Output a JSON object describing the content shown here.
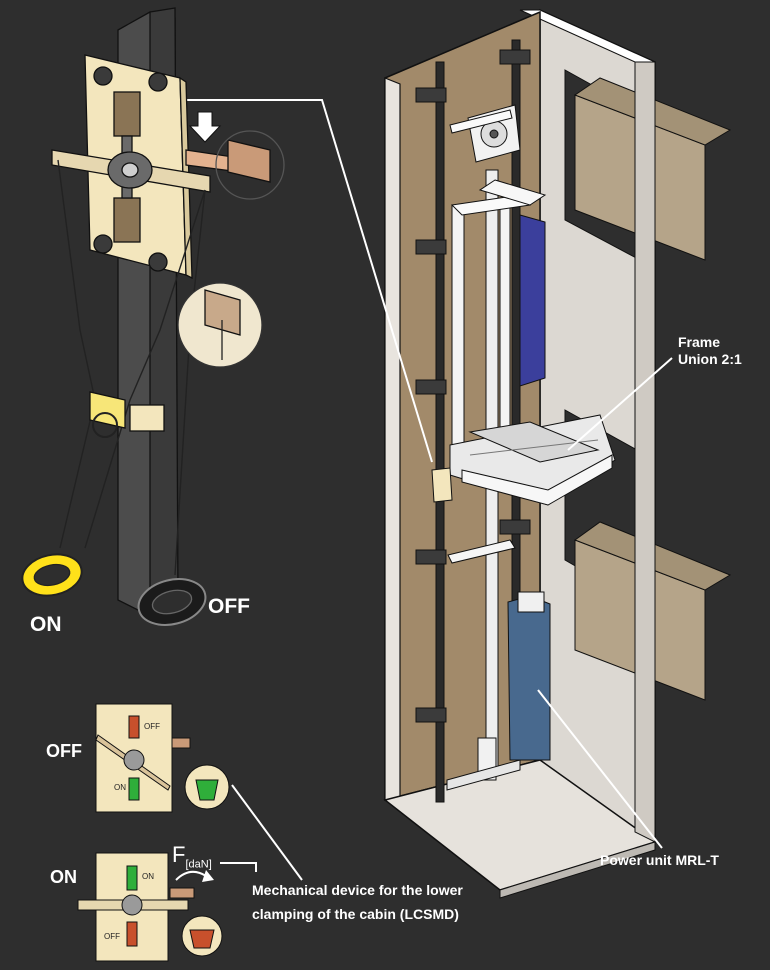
{
  "labels": {
    "frame_line1": "Frame",
    "frame_line2": "Union 2:1",
    "power_unit": "Power unit MRL-T",
    "device_line1": "Mechanical device for the lower",
    "device_line2": "clamping of the cabin (LCSMD)",
    "handle_on": "ON",
    "handle_off": "OFF",
    "panel_off": "OFF",
    "panel_on": "ON",
    "force_symbol": "F",
    "force_unit": "[daN]",
    "mini_off": "OFF",
    "mini_on": "ON",
    "mini_on_top": "ON",
    "mini_off_bottom": "OFF"
  },
  "colors": {
    "background": "#2e2e2e",
    "plate": "#f3e6bd",
    "shaft_wall": "#a08a6a",
    "wall_face": "#d9d5cf",
    "motor_blue": "#3a3f9e",
    "power_unit": "#4a6a90",
    "handle_on": "#ffe11a",
    "handle_off": "#1a1a1a",
    "green_mark": "#2fae3a",
    "red_mark": "#c8502c"
  }
}
